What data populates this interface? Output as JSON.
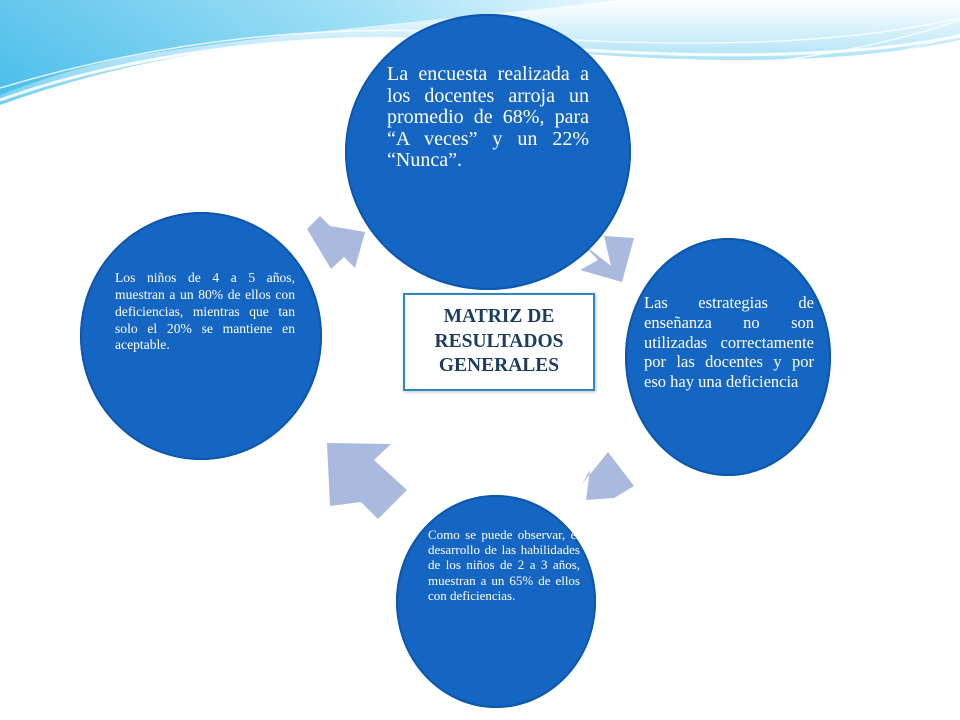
{
  "colors": {
    "node_fill": "#1565c2",
    "arrow_fill": "#aab9de",
    "center_border": "#2c87c9",
    "center_text": "#1d3d5f",
    "banner_light": "#cfeefa",
    "banner_mid": "#6fcdf0"
  },
  "diagram": {
    "center": {
      "title": "MATRIZ DE\nRESULTADOS\nGENERALES"
    },
    "nodes": [
      {
        "id": "top",
        "text": "La encuesta realizada a los docentes arroja un promedio de 68%, para “A veces” y un 22% “Nunca”."
      },
      {
        "id": "right",
        "text": "Las estrategias de enseñanza no son utilizadas correctamente por las docentes y por eso hay una deficiencia"
      },
      {
        "id": "bottom",
        "text": "Como se puede observar, el desarrollo de las habilidades de los niños de 2 a 3 años, muestran a un 65% de ellos con deficiencias."
      },
      {
        "id": "left",
        "text": "Los niños de 4 a 5 años, muestran a un 80% de ellos con deficiencias, mientras que tan solo el 20% se mantiene en aceptable."
      }
    ]
  }
}
